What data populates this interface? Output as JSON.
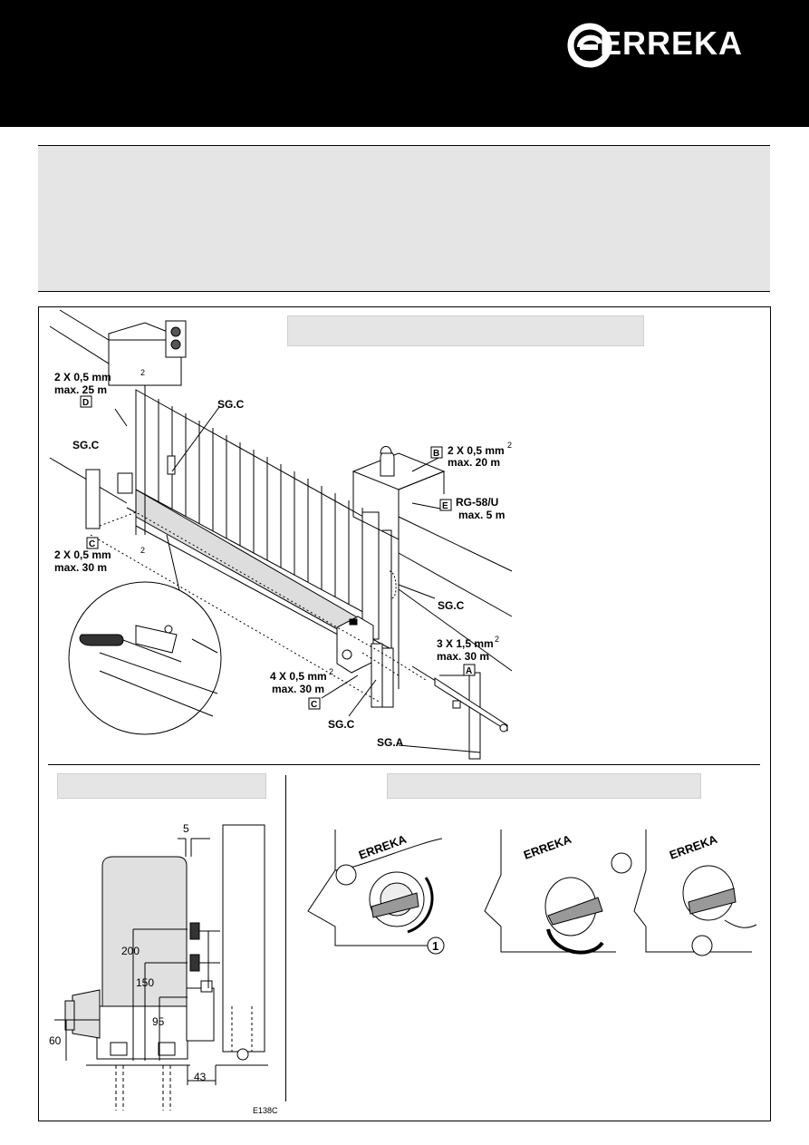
{
  "brand": {
    "name": "ERREKA",
    "logo_color": "#ffffff",
    "header_bg": "#000000"
  },
  "installation": {
    "cables": {
      "D": {
        "letter": "D",
        "spec": "2 X 0,5 mm",
        "sup": "2",
        "max": "max. 25 m"
      },
      "B": {
        "letter": "B",
        "spec": "2 X 0,5 mm",
        "sup": "2",
        "max": "max. 20 m"
      },
      "E": {
        "letter": "E",
        "spec": "RG-58/U",
        "max": "max. 5 m"
      },
      "C_left": {
        "letter": "C",
        "spec": "2 X 0,5 mm",
        "sup": "2",
        "max": "max. 30 m"
      },
      "A": {
        "letter": "A",
        "spec": "3 X 1,5 mm",
        "sup": "2",
        "max": "max. 30 m"
      },
      "C_bottom": {
        "letter": "C",
        "spec": "4 X 0,5 mm",
        "sup": "2",
        "max": "max. 30 m"
      }
    },
    "components": {
      "sgc_left": "SG.C",
      "sgc_gate": "SG.C",
      "sgc_right": "SG.C",
      "sgc_bottom": "SG.C",
      "sga": "SG.A"
    }
  },
  "dimensions": {
    "d5": "5",
    "d200": "200",
    "d150": "150",
    "d95": "95",
    "d60": "60",
    "d43": "43",
    "code": "E138C"
  },
  "release": {
    "logo": "ERREKA",
    "step1": "1"
  }
}
